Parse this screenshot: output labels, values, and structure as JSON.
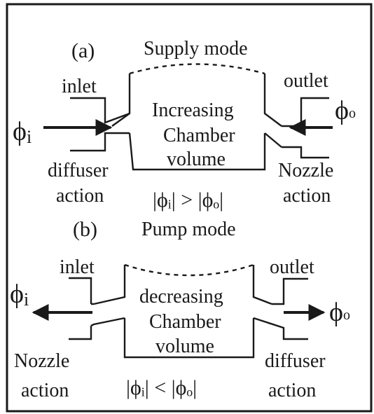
{
  "panel_a": {
    "tag": "(a)",
    "mode": "Supply mode",
    "inlet": "inlet",
    "outlet": "outlet",
    "chamber_line1": "Increasing",
    "chamber_line2": "Chamber",
    "chamber_line3": "volume",
    "left_action_1": "diffuser",
    "left_action_2": "action",
    "right_action_1": "Nozzle",
    "right_action_2": "action",
    "phi_in": "ϕ",
    "phi_in_sub": "i",
    "phi_out": "ϕ",
    "phi_out_sub": "o",
    "relation": "|ϕᵢ| > |ϕₒ|"
  },
  "panel_b": {
    "tag": "(b)",
    "mode": "Pump mode",
    "inlet": "inlet",
    "outlet": "outlet",
    "chamber_line1": "decreasing",
    "chamber_line2": "Chamber",
    "chamber_line3": "volume",
    "left_action_1": "Nozzle",
    "left_action_2": "action",
    "right_action_1": "diffuser",
    "right_action_2": "action",
    "phi_in": "ϕ",
    "phi_in_sub": "i",
    "phi_out": "ϕ",
    "phi_out_sub": "o",
    "relation": "|ϕᵢ| < |ϕₒ|"
  }
}
